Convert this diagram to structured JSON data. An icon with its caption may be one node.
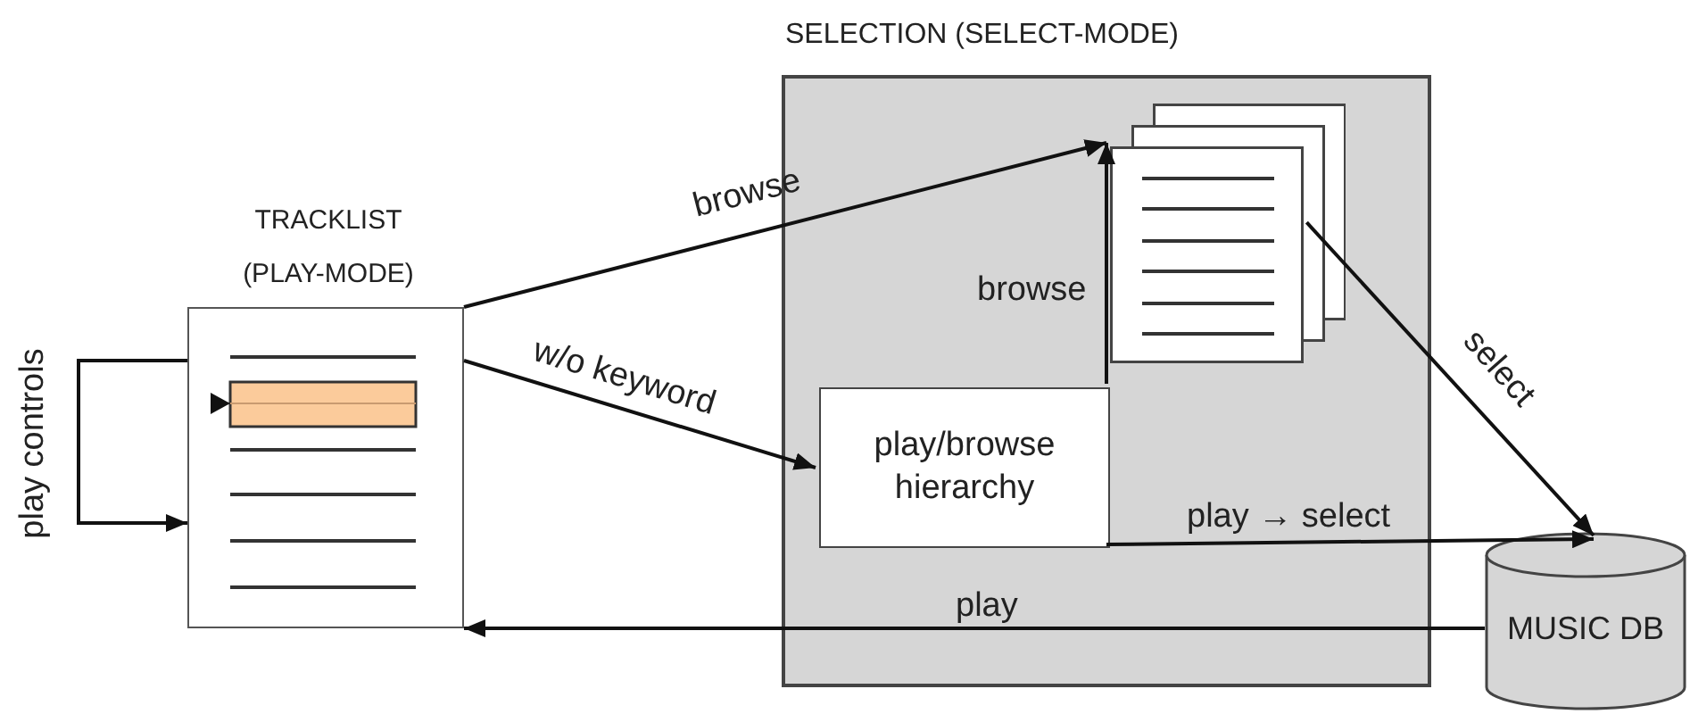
{
  "diagram": {
    "nodes": [
      {
        "text": [
          "TRACKLIST (PLAY-MODE)"
        ]
      },
      {
        "text": [
          "SELECTION (SELECT-MODE)"
        ]
      },
      {
        "text": [],
        "shape": "box",
        "in": 1
      },
      {
        "text": [
          "play/browse hierarchy"
        ],
        "in": 1
      },
      {
        "text": [
          "MUSIC DB"
        ]
      }
    ],
    "edges": [
      {
        "from": 0,
        "to": 0,
        "arrow": "to",
        "label": "play controls"
      },
      {
        "from": 0,
        "to": 2,
        "arrow": "to",
        "label": "browse"
      },
      {
        "from": 0,
        "to": 3,
        "arrow": "to",
        "label": "w/o keyword"
      },
      {
        "from": 3,
        "to": 2,
        "arrow": "to",
        "label": "browse"
      },
      {
        "from": 3,
        "to": 4,
        "arrow": "to",
        "label": "play → select"
      },
      {
        "from": 2,
        "to": 4,
        "arrow": "to",
        "label": "select"
      },
      {
        "from": 4,
        "to": 0,
        "arrow": "to",
        "label": "play"
      }
    ]
  }
}
